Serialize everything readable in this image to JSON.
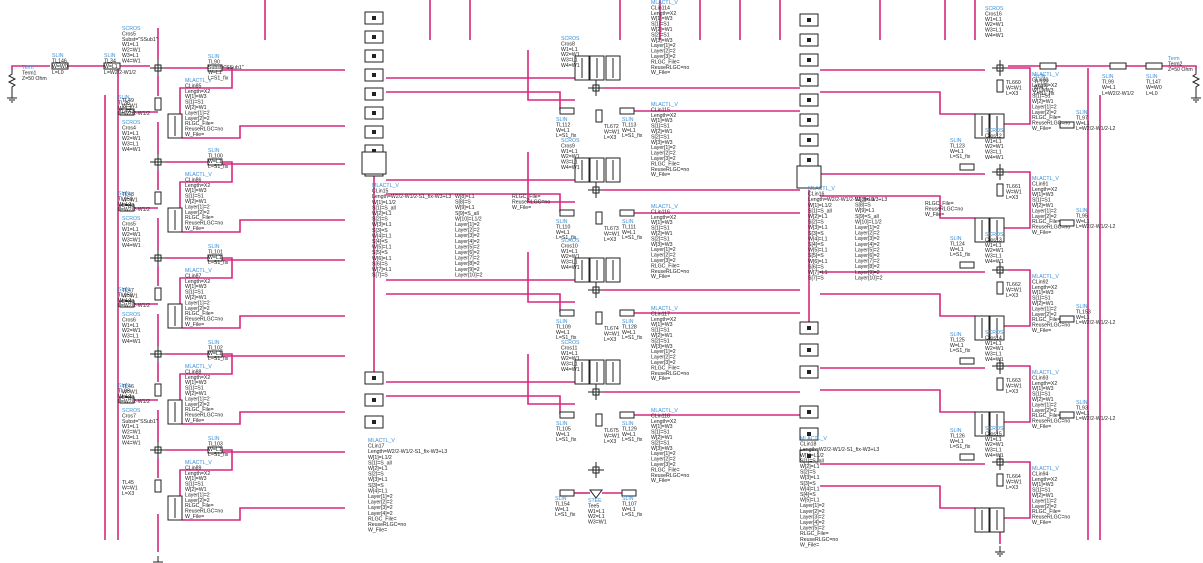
{
  "ports": {
    "term1": {
      "name": "Term",
      "lines": [
        "Term1",
        "Z=50 Ohm"
      ]
    },
    "term2": {
      "name": "Term",
      "lines": [
        "Term2",
        "Z=50 Ohm"
      ]
    }
  },
  "left_top_lines": [
    {
      "title": "SLIN",
      "lines": [
        "TL146",
        "W=W0",
        "L=L0"
      ]
    },
    {
      "title": "SLIN",
      "lines": [
        "TL34",
        "W=L1",
        "L=W2/2-W1/2"
      ]
    }
  ],
  "right_top_lines": [
    {
      "title": "SLIN",
      "lines": [
        "TL122",
        "W=L1",
        "L=S1_fix"
      ]
    },
    {
      "title": "SLIN",
      "lines": [
        "TL99",
        "W=L1",
        "L=W2/2-W1/2"
      ]
    },
    {
      "title": "SLIN",
      "lines": [
        "TL147",
        "W=W0",
        "L=L0"
      ]
    }
  ],
  "cross_left": [
    {
      "title": "SCROS",
      "lines": [
        "Cros5",
        "Subst=\"SSub1\"",
        "W1=L1",
        "W2=W1",
        "W3=L1",
        "W4=W1"
      ]
    },
    {
      "title": "SCROS",
      "lines": [
        "Cros4",
        "W1=L1",
        "W2=W1",
        "W3=L1",
        "W4=W1"
      ]
    },
    {
      "title": "SCROS",
      "lines": [
        "Cros5",
        "W1=L1",
        "W2=W1",
        "W3=W1",
        "W4=W1"
      ]
    },
    {
      "title": "SCROS",
      "lines": [
        "Cros6",
        "W1=L1",
        "W2=W1",
        "W3=L1",
        "W4=W1"
      ]
    },
    {
      "title": "SCROS",
      "lines": [
        "Cros7",
        "Subst=\"SSub1\"",
        "W1=L1",
        "W2=W1",
        "W3=L1",
        "W4=W1"
      ]
    }
  ],
  "sline_left": [
    {
      "title": "SLIN",
      "lines": [
        "TL90",
        "Subst=\"SSub1\"",
        "W=L1",
        "L=S1_fix"
      ]
    },
    {
      "title": "SLIN",
      "lines": [
        "TL100",
        "W=L1",
        "L=S1_fix"
      ]
    },
    {
      "title": "SLIN",
      "lines": [
        "TL101",
        "W=L1",
        "L=S1_fix"
      ]
    },
    {
      "title": "SLIN",
      "lines": [
        "TL102",
        "W=L1",
        "L=S1_fix"
      ]
    },
    {
      "title": "SLIN",
      "lines": [
        "TL103",
        "W=L1",
        "L=S1_fix"
      ]
    }
  ],
  "sline_left_outer": [
    {
      "title": "SLIN",
      "lines": [
        "TL36",
        "W=L1",
        "L=W2/2-W1/2"
      ]
    },
    {
      "title": "SLIN",
      "lines": [
        "TL151",
        "W=L1",
        "L=W2/2-W1/2"
      ]
    },
    {
      "title": "SLIN",
      "lines": [
        "TL152",
        "W=L1",
        "L=W2/2-W1/2"
      ]
    },
    {
      "title": "SLIN",
      "lines": [
        "TL38",
        "W=L1",
        "L=W2/2-W1/2"
      ]
    }
  ],
  "mlactl_left": [
    {
      "title": "MLACTL_V",
      "lines": [
        "CLin85",
        "Length=X2",
        "W[1]=W3",
        "S[1]=S1",
        "W[2]=W1",
        "Layer[1]=2",
        "Layer[2]=2",
        "RLGC_File=",
        "ReuseRLGC=no",
        "W_File="
      ]
    },
    {
      "title": "MLACTL_V",
      "lines": [
        "CLin86",
        "Length=X2",
        "W[1]=W3",
        "S[1]=S1",
        "W[2]=W1",
        "Layer[1]=2",
        "Layer[2]=2",
        "RLGC_File=",
        "ReuseRLGC=no",
        "W_File="
      ]
    },
    {
      "title": "MLACTL_V",
      "lines": [
        "CLin87",
        "Length=X2",
        "W[1]=W3",
        "S[1]=S1",
        "W[2]=W1",
        "Layer[1]=2",
        "Layer[2]=2",
        "RLGC_File=",
        "ReuseRLGC=no",
        "W_File="
      ]
    },
    {
      "title": "MLACTL_V",
      "lines": [
        "CLin88",
        "Length=X2",
        "W[1]=W3",
        "S[1]=S1",
        "W[2]=W1",
        "Layer[1]=2",
        "Layer[2]=2",
        "RLGC_File=",
        "ReuseRLGC=no",
        "W_File="
      ]
    },
    {
      "title": "MLACTL_V",
      "lines": [
        "CLin89",
        "Length=X2",
        "W[1]=W3",
        "S[1]=S1",
        "W[2]=W1",
        "Layer[1]=2",
        "Layer[2]=2",
        "RLGC_File=",
        "ReuseRLGC=no",
        "W_File="
      ]
    }
  ],
  "stub_left": [
    {
      "lines": [
        "TL49",
        "W=W1",
        "L=X3"
      ]
    },
    {
      "lines": [
        "TL48",
        "W=W1",
        "L=X3"
      ]
    },
    {
      "lines": [
        "TL47",
        "W=W1",
        "L=X3"
      ]
    },
    {
      "lines": [
        "TL46",
        "W=W1",
        "L=X3"
      ]
    },
    {
      "lines": [
        "TL45",
        "W=W1",
        "L=X3"
      ]
    }
  ],
  "bus_a": {
    "title": "MLACTL_V",
    "lines": [
      "CLin15",
      "Length=W2/2-W1/2-S1_fix-W3+L3",
      "W[1]=L1/2",
      "S[1]=S_all",
      "W[2]=L1",
      "S[2]=S",
      "W[3]=L1",
      "S[3]=S",
      "W[4]=L1",
      "S[4]=S",
      "W[5]=L1",
      "S[5]=S",
      "W[6]=L1",
      "S[6]=S",
      "W[7]=L1",
      "S[7]=S"
    ],
    "ext": [
      "W[8]=L1",
      "S[8]=S",
      "W[9]=L1",
      "S[9]=S_all",
      "W[10]=L1/2",
      "Layer[1]=2",
      "Layer[2]=2",
      "Layer[3]=2",
      "Layer[4]=2",
      "Layer[5]=2",
      "Layer[6]=2",
      "Layer[7]=2",
      "Layer[8]=2",
      "Layer[9]=2",
      "Layer[10]=2"
    ],
    "rlgc": [
      "RLGC_File=",
      "ReuseRLGC=no",
      "W_File="
    ]
  },
  "bus_a_bottom": {
    "title": "MLACTL_V",
    "lines": [
      "CLin17",
      "Length=W2/2-W1/2-S1_fix-W3+L3",
      "W[1]=L1/2",
      "S[1]=S_all",
      "W[2]=L1",
      "S[2]=S",
      "W[3]=L1",
      "S[3]=S",
      "W[4]=L1",
      "Layer[1]=2",
      "Layer[2]=2",
      "Layer[3]=2",
      "Layer[4]=2",
      "RLGC_File=",
      "ReuseRLGC=no",
      "W_File="
    ]
  },
  "cross_mid": [
    {
      "title": "SCROS",
      "lines": [
        "Cros8",
        "W1=L1",
        "W2=W1",
        "W3=L1",
        "W4=W1"
      ]
    },
    {
      "title": "SCROS",
      "lines": [
        "Cros9",
        "W1=L1",
        "W2=W1",
        "W3=L1",
        "W4=W1"
      ]
    },
    {
      "title": "SCROS",
      "lines": [
        "Cros10",
        "W1=L1",
        "W2=W1",
        "W3=L1",
        "W4=W1"
      ]
    },
    {
      "title": "SCROS",
      "lines": [
        "Cros11",
        "W1=L1",
        "W2=W1",
        "W3=L1",
        "W4=W1"
      ]
    }
  ],
  "sline_mid": [
    {
      "title": "SLIN",
      "lines": [
        "TL112",
        "W=L1",
        "L=S1_fix"
      ]
    },
    {
      "title": "SLIN",
      "lines": [
        "TL110",
        "W=L1",
        "L=S1_fix"
      ]
    },
    {
      "title": "SLIN",
      "lines": [
        "TL109",
        "W=L1",
        "L=S1_fix"
      ]
    },
    {
      "title": "SLIN",
      "lines": [
        "TL105",
        "W=L1",
        "L=S1_fix"
      ]
    }
  ],
  "sline_mid_r": [
    {
      "title": "SLIN",
      "lines": [
        "TL113",
        "W=L1",
        "L=S1_fix"
      ]
    },
    {
      "title": "SLIN",
      "lines": [
        "TL111",
        "W=L1",
        "L=S1_fix"
      ]
    },
    {
      "title": "SLIN",
      "lines": [
        "TL128",
        "W=L1",
        "L=S1_fix"
      ]
    },
    {
      "title": "SLIN",
      "lines": [
        "TL129",
        "W=L1",
        "L=S1_fix"
      ]
    }
  ],
  "stub_mid": [
    {
      "lines": [
        "TL672",
        "W=W1",
        "L=X3"
      ]
    },
    {
      "lines": [
        "TL673",
        "W=W1",
        "L=X3"
      ]
    },
    {
      "lines": [
        "TL674",
        "W=W1",
        "L=X3"
      ]
    },
    {
      "lines": [
        "TL675",
        "W=W1",
        "L=X3"
      ]
    }
  ],
  "mlactl_mid": [
    {
      "title": "MLACTL_V",
      "lines": [
        "CLin114",
        "Length=X2",
        "W[1]=W3",
        "S[1]=S1",
        "W[2]=W1",
        "S[2]=S1",
        "W[3]=W3",
        "Layer[1]=2",
        "Layer[2]=2",
        "Layer[3]=2",
        "RLGC_File=",
        "ReuseRLGC=no",
        "W_File="
      ]
    },
    {
      "title": "MLACTL_V",
      "lines": [
        "CLin115",
        "Length=X2",
        "W[1]=W3",
        "S[1]=S1",
        "W[2]=W1",
        "S[2]=S1",
        "W[3]=W3",
        "Layer[1]=2",
        "Layer[2]=2",
        "Layer[3]=2",
        "RLGC_File=",
        "ReuseRLGC=no",
        "W_File="
      ]
    },
    {
      "title": "MLACTL_V",
      "lines": [
        "CLin116",
        "Length=X2",
        "W[1]=W3",
        "S[1]=S1",
        "W[2]=W1",
        "S[2]=S1",
        "W[3]=W3",
        "Layer[1]=2",
        "Layer[2]=2",
        "Layer[3]=2",
        "RLGC_File=",
        "ReuseRLGC=no",
        "W_File="
      ]
    },
    {
      "title": "MLACTL_V",
      "lines": [
        "CLin117",
        "Length=X2",
        "W[1]=W3",
        "S[1]=S1",
        "W[2]=W1",
        "S[2]=S1",
        "W[3]=W3",
        "Layer[1]=2",
        "Layer[2]=2",
        "Layer[3]=2",
        "RLGC_File=",
        "ReuseRLGC=no",
        "W_File="
      ]
    },
    {
      "title": "MLACTL_V",
      "lines": [
        "CLin118",
        "Length=X2",
        "W[1]=W3",
        "S[1]=S1",
        "W[2]=W1",
        "S[2]=S1",
        "W[3]=W3",
        "Layer[1]=2",
        "Layer[2]=2",
        "Layer[3]=2",
        "RLGC_File=",
        "ReuseRLGC=no",
        "W_File="
      ]
    }
  ],
  "mid_bottom": [
    {
      "title": "SLIN",
      "lines": [
        "TL154",
        "W=L1",
        "L=S1_fix"
      ]
    },
    {
      "title": "STEE",
      "lines": [
        "Tee5",
        "W1=L1",
        "W2=L1",
        "W3=W1"
      ]
    },
    {
      "title": "SLIN",
      "lines": [
        "TL107",
        "W=L1",
        "L=S1_fix"
      ]
    }
  ],
  "bus_b": {
    "title": "MLACTL_V",
    "lines": [
      "CLin16",
      "Length=W2/2-W1/2-S1_fix-W3+L3",
      "W[1]=L1/2",
      "S[1]=S_all",
      "W[2]=L1",
      "S[2]=S",
      "W[3]=L1",
      "S[3]=S",
      "W[4]=L1",
      "S[4]=S",
      "W[5]=L1",
      "S[5]=S",
      "W[6]=L1",
      "S[6]=S",
      "W[7]=L1",
      "S[7]=S"
    ],
    "ext": [
      "W[8]=L1",
      "S[8]=S",
      "W[9]=L1",
      "S[9]=S_all",
      "W[10]=L1/2",
      "Layer[1]=2",
      "Layer[2]=2",
      "Layer[3]=2",
      "Layer[4]=2",
      "Layer[5]=2",
      "Layer[6]=2",
      "Layer[7]=2",
      "Layer[8]=2",
      "Layer[9]=2",
      "Layer[10]=2"
    ],
    "rlgc": [
      "RLGC_File=",
      "ReuseRLGC=no",
      "W_File="
    ]
  },
  "bus_b_bottom": {
    "title": "MLACTL_V",
    "lines": [
      "CLin18",
      "Length=W2/2-W1/2-S1_fix-W3+L3",
      "W[1]=L1/2",
      "S[1]=S_all",
      "W[2]=L1",
      "S[2]=S",
      "W[3]=L1",
      "S[3]=S",
      "W[4]=L1",
      "S[4]=S",
      "W[5]=L1",
      "Layer[1]=2",
      "Layer[2]=2",
      "Layer[3]=2",
      "Layer[4]=2",
      "Layer[5]=2",
      "RLGC_File=",
      "ReuseRLGC=no",
      "W_File="
    ]
  },
  "cross_right": [
    {
      "title": "SCROS",
      "lines": [
        "Cros12",
        "W1=L1",
        "W2=W1",
        "W3=L1",
        "W4=W1"
      ]
    },
    {
      "title": "SCROS",
      "lines": [
        "Cros13",
        "W1=L1",
        "W2=W1",
        "W3=L1",
        "W4=W1"
      ]
    },
    {
      "title": "SCROS",
      "lines": [
        "Cros14",
        "W1=L1",
        "W2=W1",
        "W3=L1",
        "W4=W1"
      ]
    },
    {
      "title": "SCROS",
      "lines": [
        "Cros15",
        "W1=L1",
        "W2=W1",
        "W3=L1",
        "W4=W1"
      ]
    },
    {
      "title": "SCROS",
      "lines": [
        "Cros16",
        "W1=L1",
        "W2=W1",
        "W3=L1",
        "W4=W1"
      ]
    }
  ],
  "sline_right": [
    {
      "title": "SLIN",
      "lines": [
        "TL123",
        "W=L1",
        "L=S1_fix"
      ]
    },
    {
      "title": "SLIN",
      "lines": [
        "TL124",
        "W=L1",
        "L=S1_fix"
      ]
    },
    {
      "title": "SLIN",
      "lines": [
        "TL125",
        "W=L1",
        "L=S1_fix"
      ]
    },
    {
      "title": "SLIN",
      "lines": [
        "TL126",
        "W=L1",
        "L=S1_fix"
      ]
    }
  ],
  "sline_right_outer": [
    {
      "title": "SLIN",
      "lines": [
        "TL97",
        "W=L1",
        "L=W2/2-W1/2-L2"
      ]
    },
    {
      "title": "SLIN",
      "lines": [
        "TL95",
        "W=L1",
        "L=W2/2-W1/2-L2"
      ]
    },
    {
      "title": "SLIN",
      "lines": [
        "TL153",
        "W=L1",
        "L=W2/2-W1/2-L2"
      ]
    },
    {
      "title": "SLIN",
      "lines": [
        "TL93",
        "W=L1",
        "L=W2/2-W1/2-L2"
      ]
    }
  ],
  "stub_right": [
    {
      "lines": [
        "TL660",
        "W=W1",
        "L=X3"
      ]
    },
    {
      "lines": [
        "TL661",
        "W=W1",
        "L=X3"
      ]
    },
    {
      "lines": [
        "TL662",
        "W=W1",
        "L=X3"
      ]
    },
    {
      "lines": [
        "TL663",
        "W=W1",
        "L=X3"
      ]
    },
    {
      "lines": [
        "TL664",
        "W=W1",
        "L=X3"
      ]
    }
  ],
  "mlactl_right": [
    {
      "title": "MLACTL_V",
      "lines": [
        "CLin90",
        "Length=X2",
        "W[1]=W3",
        "S[1]=S1",
        "W[2]=W1",
        "Layer[1]=2",
        "Layer[2]=2",
        "RLGC_File=",
        "ReuseRLGC=no",
        "W_File="
      ]
    },
    {
      "title": "MLACTL_V",
      "lines": [
        "CLin91",
        "Length=X2",
        "W[1]=W3",
        "S[1]=S1",
        "W[2]=W1",
        "Layer[1]=2",
        "Layer[2]=2",
        "RLGC_File=",
        "ReuseRLGC=no",
        "W_File="
      ]
    },
    {
      "title": "MLACTL_V",
      "lines": [
        "CLin92",
        "Length=X2",
        "W[1]=W3",
        "S[1]=S1",
        "W[2]=W1",
        "Layer[1]=2",
        "Layer[2]=2",
        "RLGC_File=",
        "ReuseRLGC=no",
        "W_File="
      ]
    },
    {
      "title": "MLACTL_V",
      "lines": [
        "CLin93",
        "Length=X2",
        "W[1]=W3",
        "S[1]=S1",
        "W[2]=W1",
        "Layer[1]=2",
        "Layer[2]=2",
        "RLGC_File=",
        "ReuseRLGC=no",
        "W_File="
      ]
    },
    {
      "title": "MLACTL_V",
      "lines": [
        "CLin94",
        "Length=X2",
        "W[1]=W3",
        "S[1]=S1",
        "W[2]=W1",
        "Layer[1]=2",
        "Layer[2]=2",
        "RLGC_File=",
        "ReuseRLGC=no",
        "W_File="
      ]
    }
  ],
  "colors": {
    "wire": "#d6287e",
    "label_title": "#3a8fd6",
    "label_text": "#222222",
    "part": "#222222"
  }
}
